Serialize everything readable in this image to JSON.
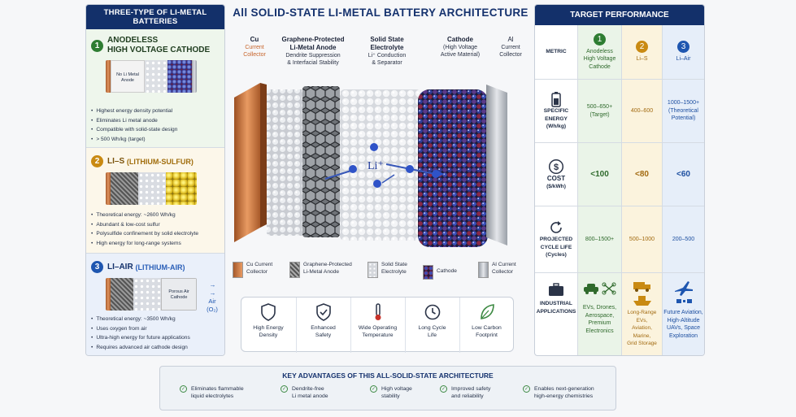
{
  "left": {
    "header": "THREE-TYPE OF LI-METAL BATTERIES",
    "cards": [
      {
        "num": "1",
        "title": "ANODELESS",
        "title2": "HIGH VOLTAGE CATHODE",
        "subtitle": "",
        "color": "#2e7d32",
        "image_label": "No Li Metal Anode",
        "bullets": [
          "Highest energy density potential",
          "Eliminates Li metal anode",
          "Compatible with solid-state design",
          "> 500 Wh/kg (target)"
        ]
      },
      {
        "num": "2",
        "title": "LI–S",
        "subtitle": "(LITHIUM-SULFUR)",
        "color": "#c98a12",
        "bullets": [
          "Theoretical energy: ~2600 Wh/kg",
          "Abundant & low-cost sulfur",
          "Polysulfide confinement by solid electrolyte",
          "High energy for long-range systems"
        ]
      },
      {
        "num": "3",
        "title": "LI–AIR",
        "subtitle": "(LITHIUM-AIR)",
        "color": "#1e56b0",
        "image_label": "Porous Air Cathode",
        "air_label": "Air",
        "air_sub": "(O₂)",
        "bullets": [
          "Theoretical energy: ~3500 Wh/kg",
          "Uses oxygen from air",
          "Ultra-high energy for future applications",
          "Requires advanced air cathode design"
        ]
      }
    ]
  },
  "center": {
    "title": "All SOLID-STATE LI-METAL BATTERY ARCHITECTURE",
    "labels": {
      "cu": {
        "t1": "Cu",
        "t2": "Current",
        "t3": "Collector"
      },
      "anode": {
        "t1": "Graphene-Protected",
        "t2": "Li-Metal Anode",
        "t3": "Dendrite Suppression",
        "t4": "& Interfacial Stability"
      },
      "electrolyte": {
        "t1": "Solid State",
        "t2": "Electrolyte",
        "t3": "Li⁺ Conduction",
        "t4": "& Separator"
      },
      "cathode": {
        "t1": "Cathode",
        "t2": "(High Voltage",
        "t3": "Active Material)"
      },
      "al": {
        "t1": "Al",
        "t2": "Current",
        "t3": "Collector"
      }
    },
    "ion_label": "Li⁺",
    "legend": [
      {
        "l1": "Cu Current",
        "l2": "Collector",
        "color": "#c47a46"
      },
      {
        "l1": "Graphene-Protected",
        "l2": "Li-Metal Anode",
        "color": "#7a7d82"
      },
      {
        "l1": "Solid State",
        "l2": "Electrolyte",
        "color": "#e4e6ea"
      },
      {
        "l1": "Cathode",
        "l2": "",
        "color": "#5a3c7a"
      },
      {
        "l1": "Al Current",
        "l2": "Collector",
        "color": "#b7bbc2"
      }
    ],
    "features": [
      {
        "l1": "High Energy",
        "l2": "Density",
        "icon": "shield-icon"
      },
      {
        "l1": "Enhanced",
        "l2": "Safety",
        "icon": "check-shield-icon"
      },
      {
        "l1": "Wide Operating",
        "l2": "Temperature",
        "icon": "thermometer-icon"
      },
      {
        "l1": "Long Cycle",
        "l2": "Life",
        "icon": "clock-icon"
      },
      {
        "l1": "Low Carbon",
        "l2": "Footprint",
        "icon": "leaf-icon"
      }
    ]
  },
  "right": {
    "header": "TARGET PERFORMANCE",
    "col_metric": "METRIC",
    "cols": [
      {
        "num": "1",
        "l1": "Anodeless",
        "l2": "High Voltage",
        "l3": "Cathode",
        "color": "#2e7d32"
      },
      {
        "num": "2",
        "l1": "Li–S",
        "l2": "",
        "l3": "",
        "color": "#c98a12"
      },
      {
        "num": "3",
        "l1": "Li–Air",
        "l2": "",
        "l3": "",
        "color": "#1e56b0"
      }
    ],
    "rows": [
      {
        "m1": "SPECIFIC",
        "m2": "ENERGY",
        "m3": "(Wh/kg)",
        "icon": "battery-icon",
        "v": [
          [
            "500–650+",
            "(Target)",
            ""
          ],
          [
            "400–600",
            "",
            ""
          ],
          [
            "1000–1500+",
            "(Theoretical",
            "Potential)"
          ]
        ],
        "big": false
      },
      {
        "m1": "COST",
        "m2": "($/kWh)",
        "m3": "",
        "icon": "dollar-icon",
        "v": [
          [
            "<100",
            "",
            ""
          ],
          [
            "<80",
            "",
            ""
          ],
          [
            "<60",
            "",
            ""
          ]
        ],
        "big": true
      },
      {
        "m1": "PROJECTED",
        "m2": "CYCLE LIFE",
        "m3": "(Cycles)",
        "icon": "cycle-icon",
        "v": [
          [
            "800–1500+",
            "",
            ""
          ],
          [
            "500–1000",
            "",
            ""
          ],
          [
            "200–500",
            "",
            ""
          ]
        ],
        "big": false
      },
      {
        "m1": "INDUSTRIAL",
        "m2": "APPLICATIONS",
        "m3": "",
        "icon": "briefcase-icon",
        "v": [
          [
            "EVs, Drones,",
            "Aerospace,",
            "Premium",
            "Electronics"
          ],
          [
            "Long-Range EVs,",
            "Aviation,",
            "Marine,",
            "Grid Storage"
          ],
          [
            "Future Aviation,",
            "High-Altitude",
            "UAVs, Space",
            "Exploration"
          ]
        ],
        "big": false
      }
    ]
  },
  "bottom": {
    "title": "KEY ADVANTAGES OF THIS ALL-SOLID-STATE ARCHITECTURE",
    "items": [
      {
        "l1": "Eliminates flammable",
        "l2": "liquid electrolytes"
      },
      {
        "l1": "Dendrite-free",
        "l2": "Li metal anode"
      },
      {
        "l1": "High voltage",
        "l2": "stability"
      },
      {
        "l1": "Improved safety",
        "l2": "and reliability"
      },
      {
        "l1": "Enables next-generation",
        "l2": "high-energy chemistries"
      }
    ]
  }
}
